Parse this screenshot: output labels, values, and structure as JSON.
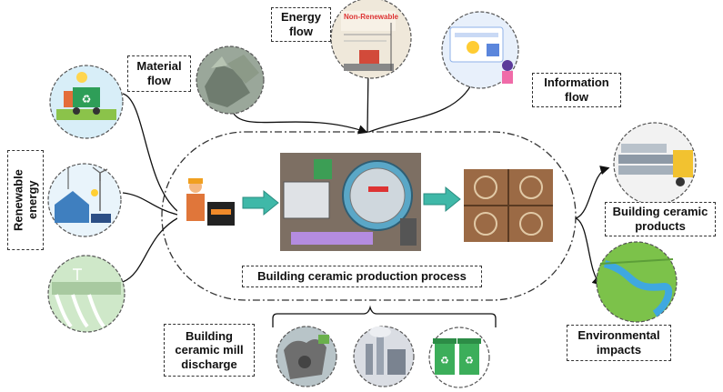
{
  "labels": {
    "renewable_energy": "Renewable\nenergy",
    "material_flow": "Material\nflow",
    "energy_flow": "Energy\nflow",
    "information_flow": "Information\nflow",
    "building_ceramic_products": "Building ceramic\nproducts",
    "environmental_impacts": "Environmental\nimpacts",
    "building_ceramic_mill_discharge": "Building\nceramic mill\ndischarge",
    "production_process": "Building ceramic production process",
    "non_renewable": "Non-Renewable"
  },
  "colors": {
    "arrow": "#3fb8a8",
    "ceramic": "#9b6a45",
    "machine": "#7d6f63",
    "grass": "#7cc24a",
    "sky": "#bfe3f3"
  },
  "icons": [
    "recycle-truck-icon",
    "wind-house-icon",
    "hydro-dam-icon",
    "rocks-icon",
    "power-station-icon",
    "person-laptop-icon",
    "worker-icon",
    "kiln-machine-icon",
    "ceramic-tile-icon",
    "forklift-pipes-icon",
    "river-landscape-icon",
    "pollution-icon",
    "factory-icon",
    "waste-bins-icon"
  ]
}
